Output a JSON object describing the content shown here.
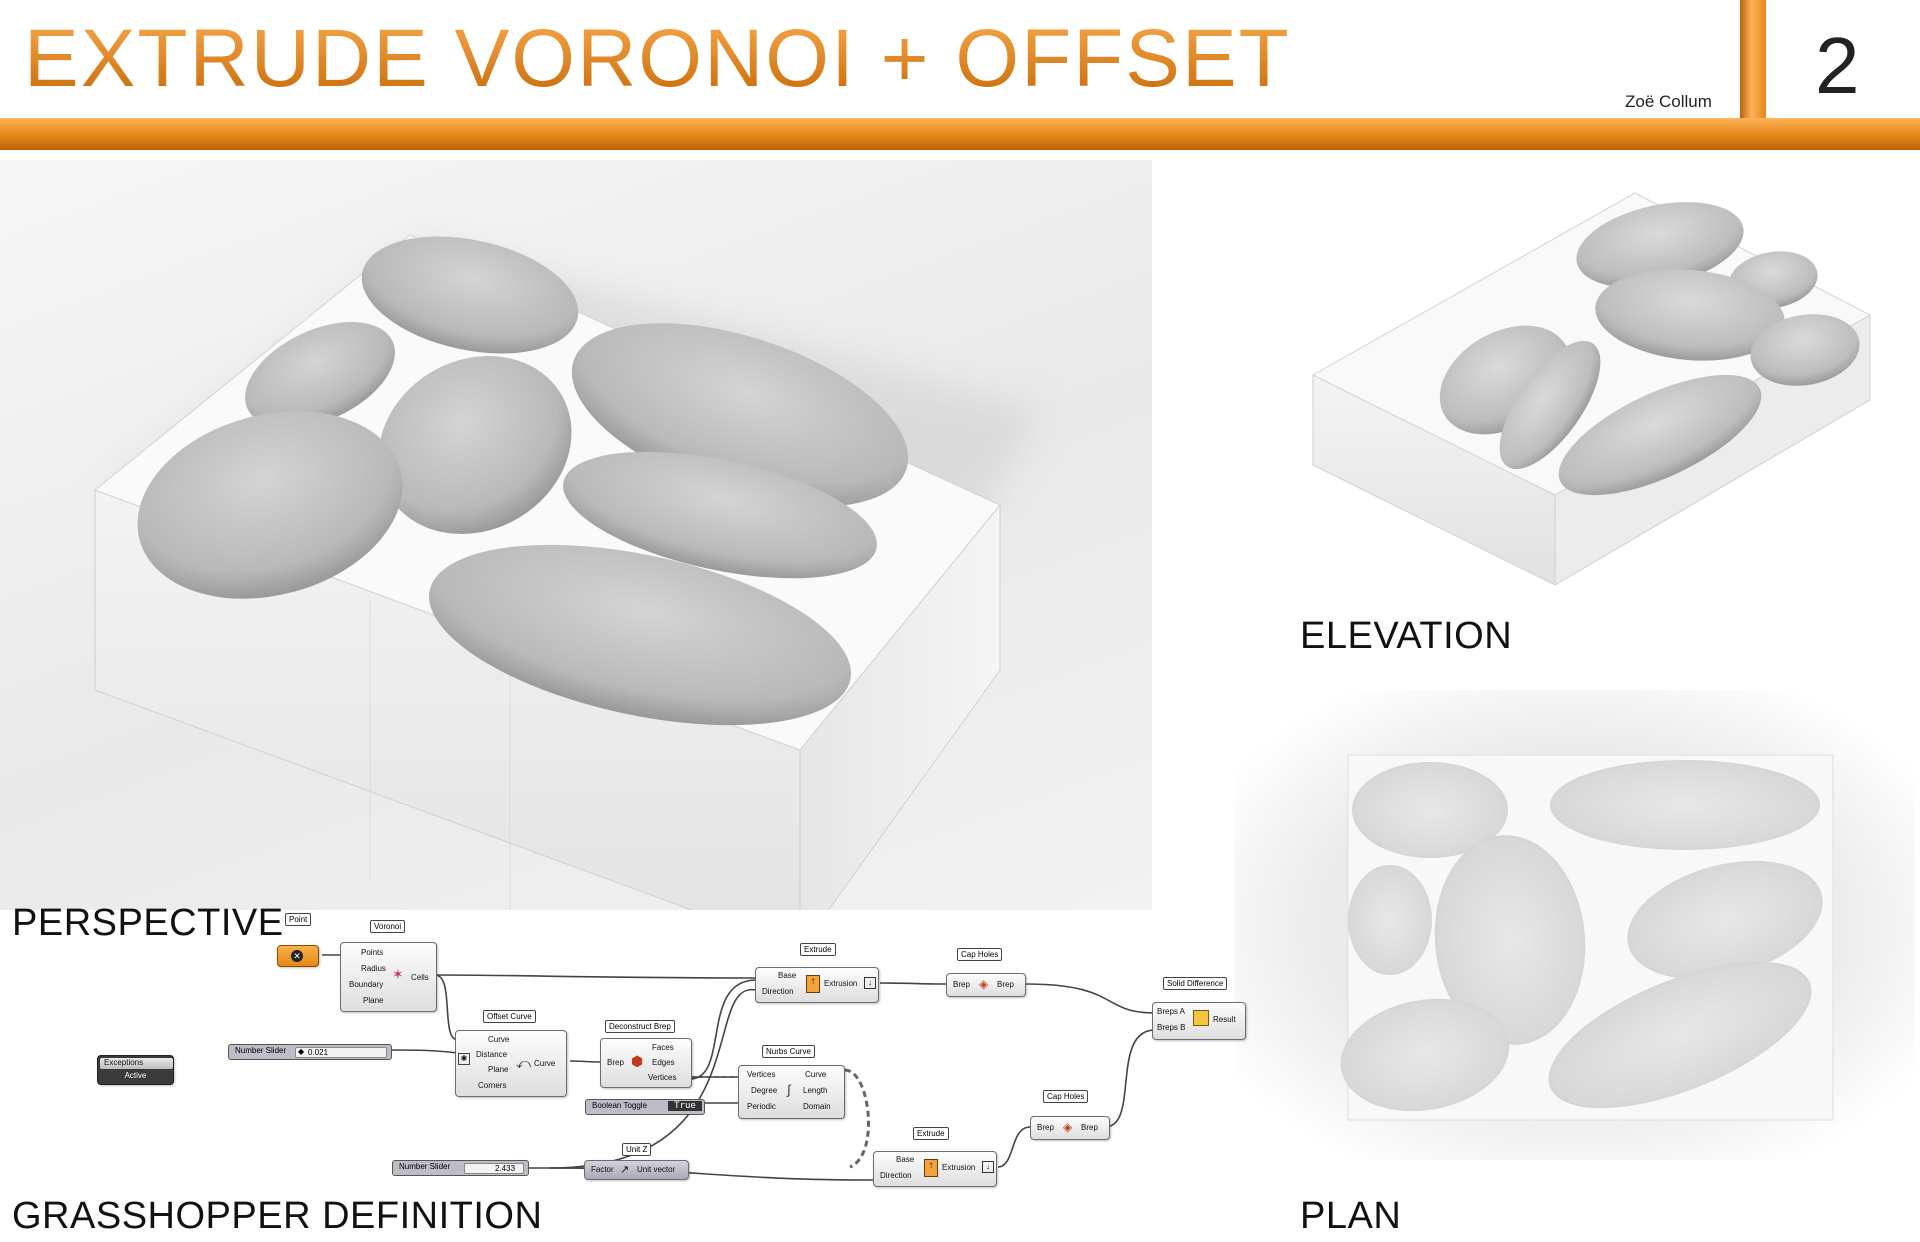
{
  "header": {
    "title": "EXTRUDE VORONOI + OFFSET",
    "author": "Zoë Collum",
    "page_number": "2"
  },
  "labels": {
    "perspective": "PERSPECTIVE",
    "elevation": "ELEVATION",
    "plan": "PLAN",
    "grasshopper": "GRASSHOPPER DEFINITION"
  },
  "grasshopper": {
    "point": {
      "tag": "Point"
    },
    "voronoi": {
      "tag": "Voronoi",
      "inputs": [
        "Points",
        "Radius",
        "Boundary",
        "Plane"
      ],
      "output": "Cells"
    },
    "offset_curve": {
      "tag": "Offset Curve",
      "inputs": [
        "Curve",
        "Distance",
        "Plane",
        "Corners"
      ],
      "output": "Curve"
    },
    "deconstruct_brep": {
      "tag": "Deconstruct Brep",
      "input": "Brep",
      "outputs": [
        "Faces",
        "Edges",
        "Vertices"
      ]
    },
    "nurbs_curve": {
      "tag": "Nurbs Curve",
      "inputs": [
        "Vertices",
        "Degree",
        "Periodic"
      ],
      "outputs": [
        "Curve",
        "Length",
        "Domain"
      ]
    },
    "extrude_top": {
      "tag": "Extrude",
      "inputs": [
        "Base",
        "Direction"
      ],
      "output": "Extrusion"
    },
    "extrude_bottom": {
      "tag": "Extrude",
      "inputs": [
        "Base",
        "Direction"
      ],
      "output": "Extrusion"
    },
    "cap_holes_top": {
      "tag": "Cap Holes",
      "input": "Brep",
      "output": "Brep"
    },
    "cap_holes_bottom": {
      "tag": "Cap Holes",
      "input": "Brep",
      "output": "Brep"
    },
    "solid_difference": {
      "tag": "Solid Difference",
      "inputs": [
        "Breps A",
        "Breps B"
      ],
      "output": "Result"
    },
    "unit_z": {
      "tag": "Unit Z",
      "input": "Factor",
      "output": "Unit vector"
    },
    "slider_distance": {
      "name": "Number Slider",
      "value": "0.021"
    },
    "slider_factor": {
      "name": "Number Slider",
      "value": "2.433"
    },
    "boolean_toggle": {
      "name": "Boolean Toggle",
      "value": "True"
    },
    "exceptions": {
      "name": "Exceptions",
      "state": "Active"
    }
  },
  "colors": {
    "accent": "#e58a1c",
    "accent_dark": "#b86308"
  }
}
